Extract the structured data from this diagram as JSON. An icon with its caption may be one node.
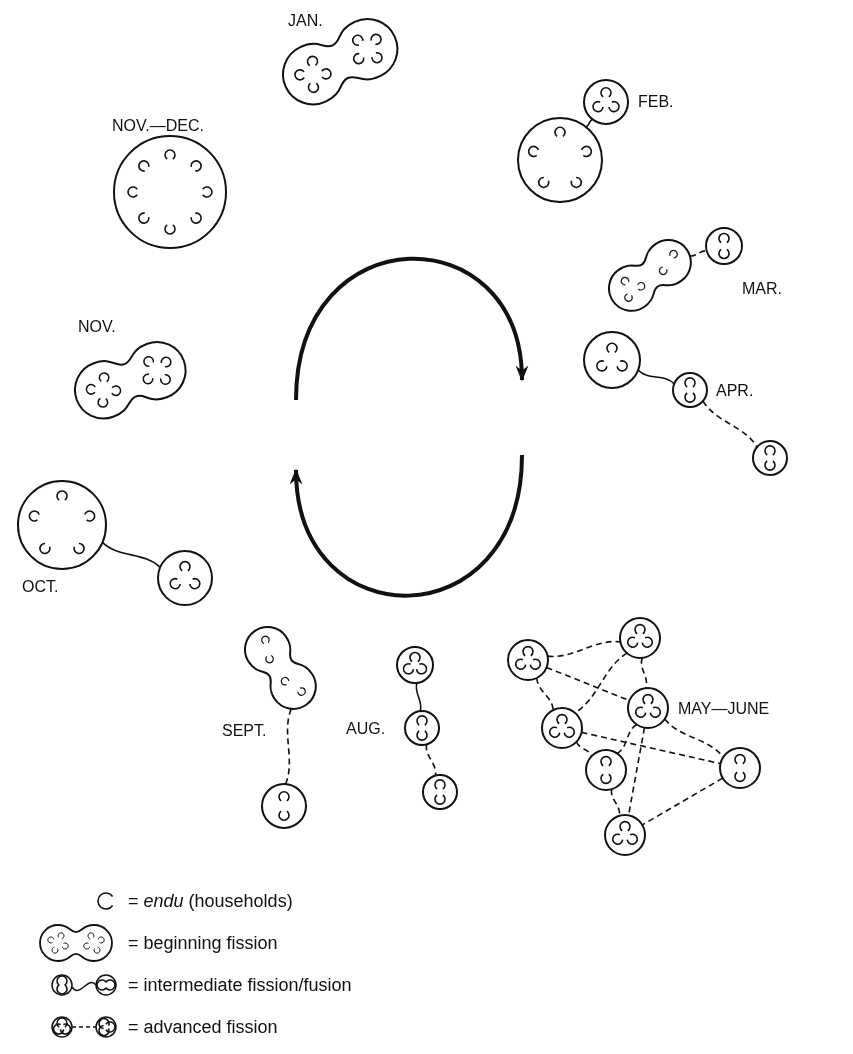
{
  "diagram": {
    "nodes": [
      {
        "text": [],
        "shape": "blob",
        "beside": [
          "JAN."
        ]
      },
      {
        "text": [],
        "shape": "circle",
        "beside": [
          "NOV.—DEC."
        ]
      },
      {
        "text": [],
        "shape": "circle",
        "beside": [
          "FEB."
        ]
      },
      {
        "text": [],
        "shape": "circle"
      },
      {
        "text": [],
        "shape": "circle",
        "beside": [
          "MAR."
        ]
      },
      {
        "text": [],
        "shape": "blob"
      },
      {
        "text": [],
        "shape": "blob",
        "beside": [
          "NOV."
        ]
      },
      {
        "text": [],
        "shape": "circle"
      },
      {
        "text": [],
        "shape": "circle",
        "beside": [
          "APR."
        ]
      },
      {
        "text": [],
        "shape": "circle"
      },
      {
        "text": [],
        "shape": "circle",
        "beside": [
          "OCT."
        ]
      },
      {
        "text": [],
        "shape": "circle"
      },
      {
        "text": [],
        "shape": "blob",
        "beside": [
          "SEPT."
        ]
      },
      {
        "text": [],
        "shape": "circle"
      },
      {
        "text": [],
        "shape": "circle",
        "beside": [
          "AUG."
        ]
      },
      {
        "text": [],
        "shape": "circle"
      },
      {
        "text": [],
        "shape": "circle"
      },
      {
        "text": [],
        "shape": "circle"
      },
      {
        "text": [],
        "shape": "circle"
      },
      {
        "text": [],
        "shape": "circle",
        "beside": [
          "MAY—JUNE"
        ]
      },
      {
        "text": [],
        "shape": "circle"
      },
      {
        "text": [],
        "shape": "circle"
      },
      {
        "text": [],
        "shape": "circle"
      },
      {
        "text": [],
        "shape": "circle"
      }
    ],
    "edges": [
      {
        "from": 3,
        "to": 2,
        "arrow": "none"
      },
      {
        "from": 5,
        "to": 4,
        "arrow": "none",
        "style": "dashed"
      },
      {
        "from": 7,
        "to": 8,
        "arrow": "none"
      },
      {
        "from": 8,
        "to": 9,
        "arrow": "none",
        "style": "dashed"
      },
      {
        "from": 10,
        "to": 11,
        "arrow": "none"
      },
      {
        "from": 12,
        "to": 16,
        "arrow": "none",
        "style": "dashed"
      },
      {
        "from": 13,
        "to": 14,
        "arrow": "none"
      },
      {
        "from": 14,
        "to": 15,
        "arrow": "none",
        "style": "dashed"
      },
      {
        "from": 17,
        "to": 18,
        "arrow": "none",
        "style": "dashed"
      },
      {
        "from": 17,
        "to": 19,
        "arrow": "none",
        "style": "dashed"
      },
      {
        "from": 17,
        "to": 20,
        "arrow": "none",
        "style": "dashed"
      },
      {
        "from": 18,
        "to": 20,
        "arrow": "none",
        "style": "dashed"
      },
      {
        "from": 18,
        "to": 19,
        "arrow": "none",
        "style": "dashed"
      },
      {
        "from": 20,
        "to": 21,
        "arrow": "none",
        "style": "dashed"
      },
      {
        "from": 20,
        "to": 22,
        "arrow": "none",
        "style": "dashed"
      },
      {
        "from": 19,
        "to": 21,
        "arrow": "none",
        "style": "dashed"
      },
      {
        "from": 19,
        "to": 23,
        "arrow": "none",
        "style": "dashed"
      },
      {
        "from": 19,
        "to": 22,
        "arrow": "none",
        "style": "dashed"
      },
      {
        "from": 21,
        "to": 23,
        "arrow": "none",
        "style": "dashed"
      },
      {
        "from": 22,
        "to": 23,
        "arrow": "none",
        "style": "dashed"
      }
    ],
    "legend": [
      {
        "text": "= *endu* (households)"
      },
      {
        "text": "= beginning fission"
      },
      {
        "text": "= intermediate fission/fusion"
      },
      {
        "text": "= advanced fission"
      }
    ]
  }
}
